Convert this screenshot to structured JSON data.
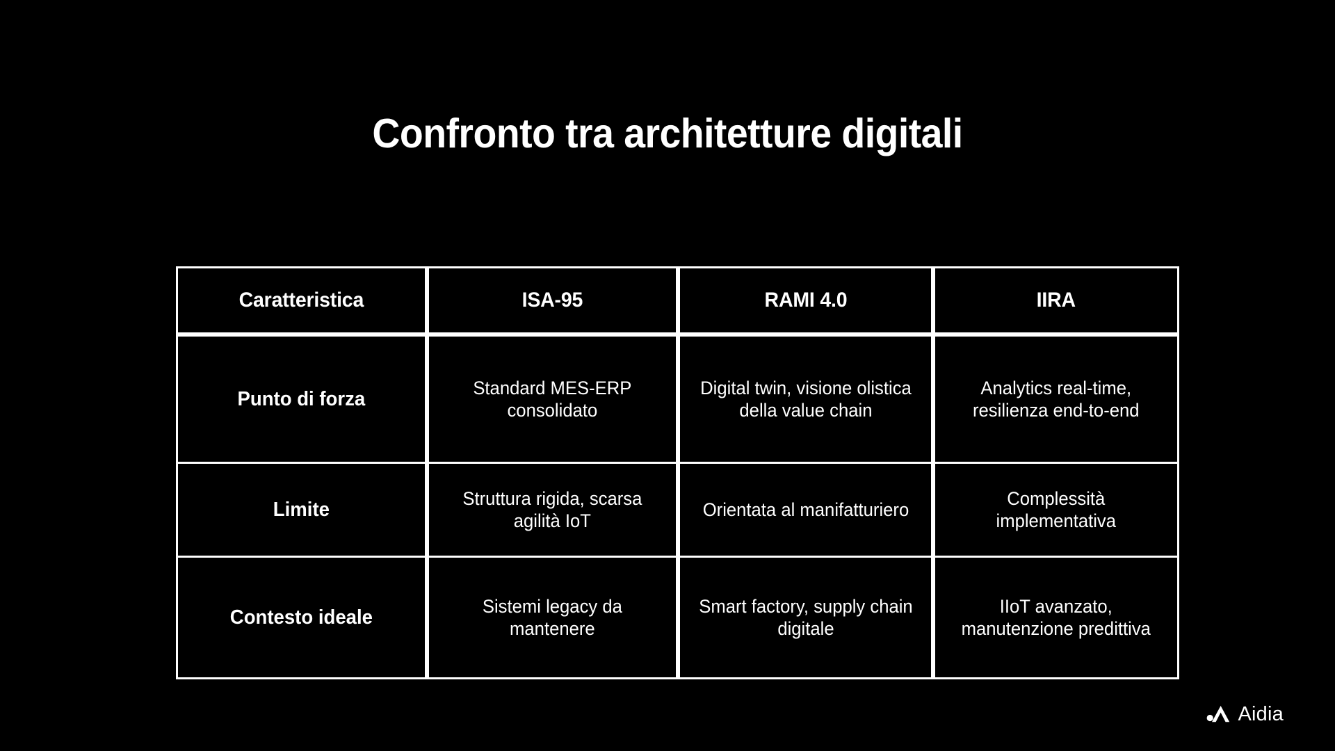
{
  "slide": {
    "background_color": "#000000",
    "text_color": "#ffffff",
    "title": "Confronto tra architetture digitali"
  },
  "table": {
    "headers": [
      "Caratteristica",
      "ISA-95",
      "RAMI 4.0",
      "IIRA"
    ],
    "rows": [
      {
        "label": "Punto di forza",
        "isa95": "Standard MES-ERP consolidato",
        "rami40": "Digital twin, visione olistica della value chain",
        "iira": "Analytics real-time, resilienza end-to-end"
      },
      {
        "label": "Limite",
        "isa95": "Struttura rigida, scarsa agilità IoT",
        "rami40": "Orientata al manifatturiero",
        "iira": "Complessità implementativa"
      },
      {
        "label": "Contesto ideale",
        "isa95": "Sistemi legacy da mantenere",
        "rami40": "Smart factory, supply chain digitale",
        "iira": "IIoT avanzato, manutenzione predittiva"
      }
    ]
  },
  "brand": {
    "name": "Aidia",
    "mark": "aidia-logo-icon"
  }
}
